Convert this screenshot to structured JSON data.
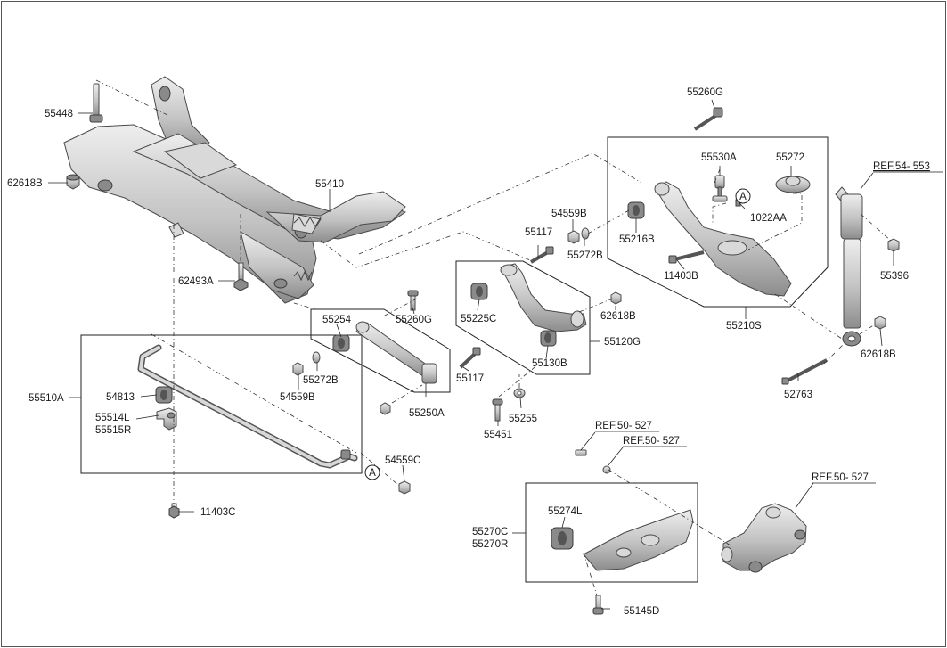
{
  "labels": {
    "p55448": "55448",
    "p62618B_left": "62618B",
    "p55410": "55410",
    "p62493A": "62493A",
    "p55254": "55254",
    "p55260G_mid": "55260G",
    "p55272B_mid": "55272B",
    "p54559B_mid": "54559B",
    "p55250A": "55250A",
    "p55510A": "55510A",
    "p54813": "54813",
    "p55514L": "55514L",
    "p55515R": "55515R",
    "p54559C": "54559C",
    "p11403C": "11403C",
    "p55117_top": "55117",
    "p55117_bot": "55117",
    "p55225C": "55225C",
    "p62618B_mid": "62618B",
    "p55120G": "55120G",
    "p55130B": "55130B",
    "p55451": "55451",
    "p55255": "55255",
    "p54559B_top": "54559B",
    "p55272B_top": "55272B",
    "p55216B": "55216B",
    "p11403B": "11403B",
    "p55530A": "55530A",
    "p55272": "55272",
    "p1022AA": "1022AA",
    "p55260G_top": "55260G",
    "p55210S": "55210S",
    "p55396": "55396",
    "p62618B_right": "62618B",
    "p52763": "52763",
    "p55274L": "55274L",
    "p55270C": "55270C",
    "p55270R": "55270R",
    "p55145D": "55145D"
  },
  "refs": {
    "ref_shock": "REF.54- 553",
    "ref_bolt_a": "REF.50- 527",
    "ref_bolt_b": "REF.50- 527",
    "ref_knuckle": "REF.50- 527"
  },
  "callouts": {
    "a_upper": "A",
    "a_lower": "A"
  },
  "colors": {
    "metal_light": "#e6e6e6",
    "metal_dark": "#8f8f8f",
    "line": "#222222"
  }
}
